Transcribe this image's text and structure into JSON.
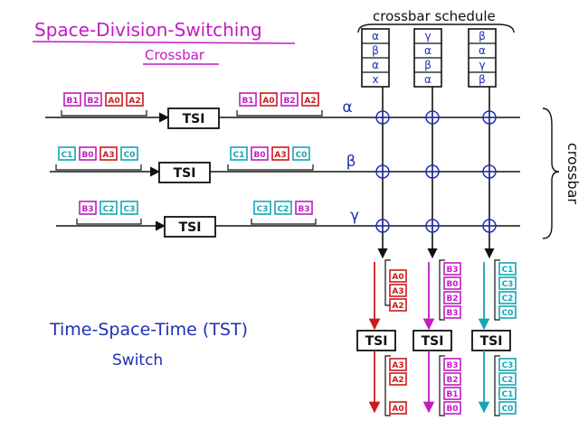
{
  "title": "Space-Division-Switching",
  "subtitle": "Crossbar",
  "schedule_label": "crossbar schedule",
  "crossbar_label": "crossbar",
  "footer": {
    "line1": "Time-Space-Time (TST)",
    "line2": "Switch"
  },
  "tsi_label": "TSI",
  "colors": {
    "red": "#cc1a1a",
    "magenta": "#c21cc2",
    "cyan": "#13a6b3",
    "blue": "#1f2fb3",
    "ink": "#111111"
  },
  "schedule": [
    [
      "α",
      "β",
      "α",
      "x"
    ],
    [
      "γ",
      "α",
      "β",
      "α"
    ],
    [
      "β",
      "α",
      "γ",
      "β"
    ]
  ],
  "input_rows": [
    {
      "symbol": "α",
      "in": [
        [
          "B1",
          "magenta"
        ],
        [
          "B2",
          "magenta"
        ],
        [
          "A0",
          "red"
        ],
        [
          "A2",
          "red"
        ]
      ],
      "out": [
        [
          "B1",
          "magenta"
        ],
        [
          "A0",
          "red"
        ],
        [
          "B2",
          "magenta"
        ],
        [
          "A2",
          "red"
        ]
      ]
    },
    {
      "symbol": "β",
      "in": [
        [
          "C1",
          "cyan"
        ],
        [
          "B0",
          "magenta"
        ],
        [
          "A3",
          "red"
        ],
        [
          "C0",
          "cyan"
        ]
      ],
      "out": [
        [
          "C1",
          "cyan"
        ],
        [
          "B0",
          "magenta"
        ],
        [
          "A3",
          "red"
        ],
        [
          "C0",
          "cyan"
        ]
      ]
    },
    {
      "symbol": "γ",
      "in": [
        [
          "B3",
          "magenta"
        ],
        [
          "C2",
          "cyan"
        ],
        [
          "C3",
          "cyan"
        ]
      ],
      "out": [
        [
          "C3",
          "cyan"
        ],
        [
          "C2",
          "cyan"
        ],
        [
          "B3",
          "magenta"
        ]
      ]
    }
  ],
  "output_columns": [
    {
      "color": "red",
      "mid": [
        "A0",
        "A3",
        "A2"
      ],
      "bottom": [
        "A3",
        "A2",
        "",
        "A0"
      ]
    },
    {
      "color": "magenta",
      "mid": [
        "B3",
        "B0",
        "B2",
        "B3"
      ],
      "bottom": [
        "B3",
        "B2",
        "B1",
        "B0"
      ]
    },
    {
      "color": "cyan",
      "mid": [
        "C1",
        "C3",
        "C2",
        "C0"
      ],
      "bottom": [
        "C3",
        "C2",
        "C1",
        "C0"
      ]
    }
  ]
}
